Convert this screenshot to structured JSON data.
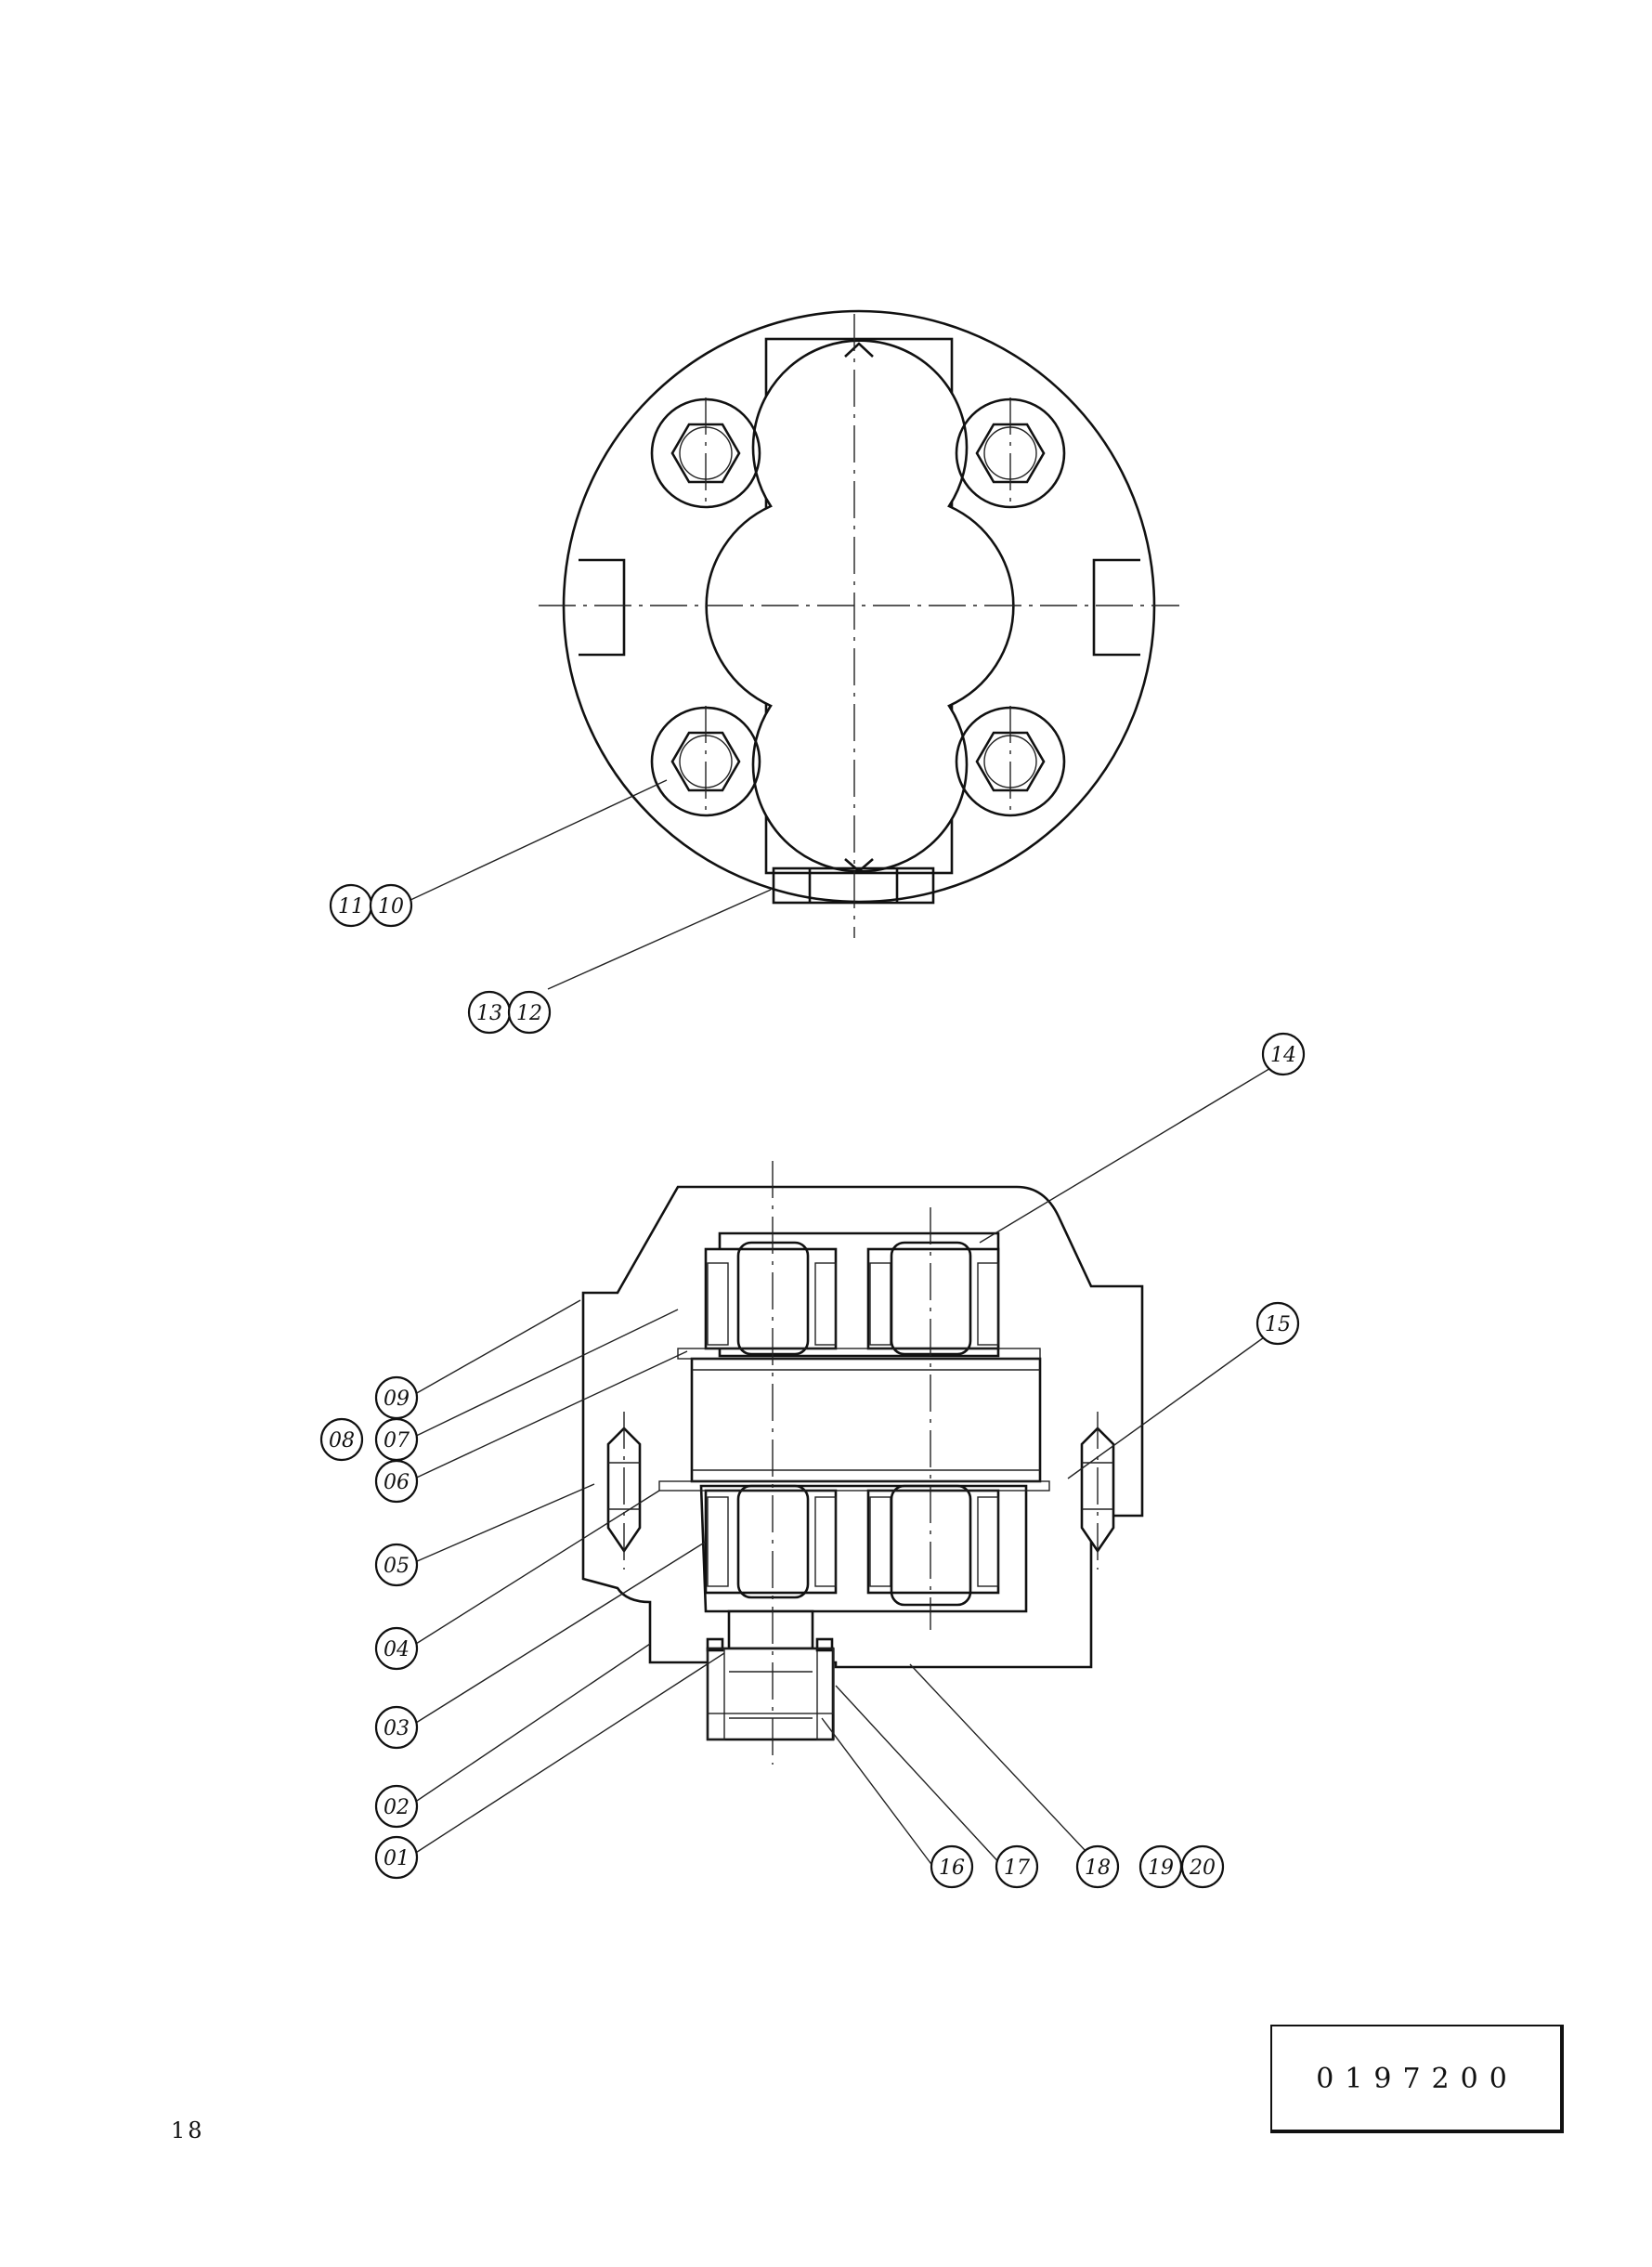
{
  "callouts_top": [
    "11",
    "10",
    "13",
    "12"
  ],
  "callouts_section": [
    "14",
    "15",
    "09",
    "08",
    "07",
    "06",
    "05",
    "04",
    "03",
    "02",
    "01",
    "16",
    "17",
    "18",
    "19",
    "20"
  ],
  "drawing_number": "0197200",
  "page_number": "18"
}
